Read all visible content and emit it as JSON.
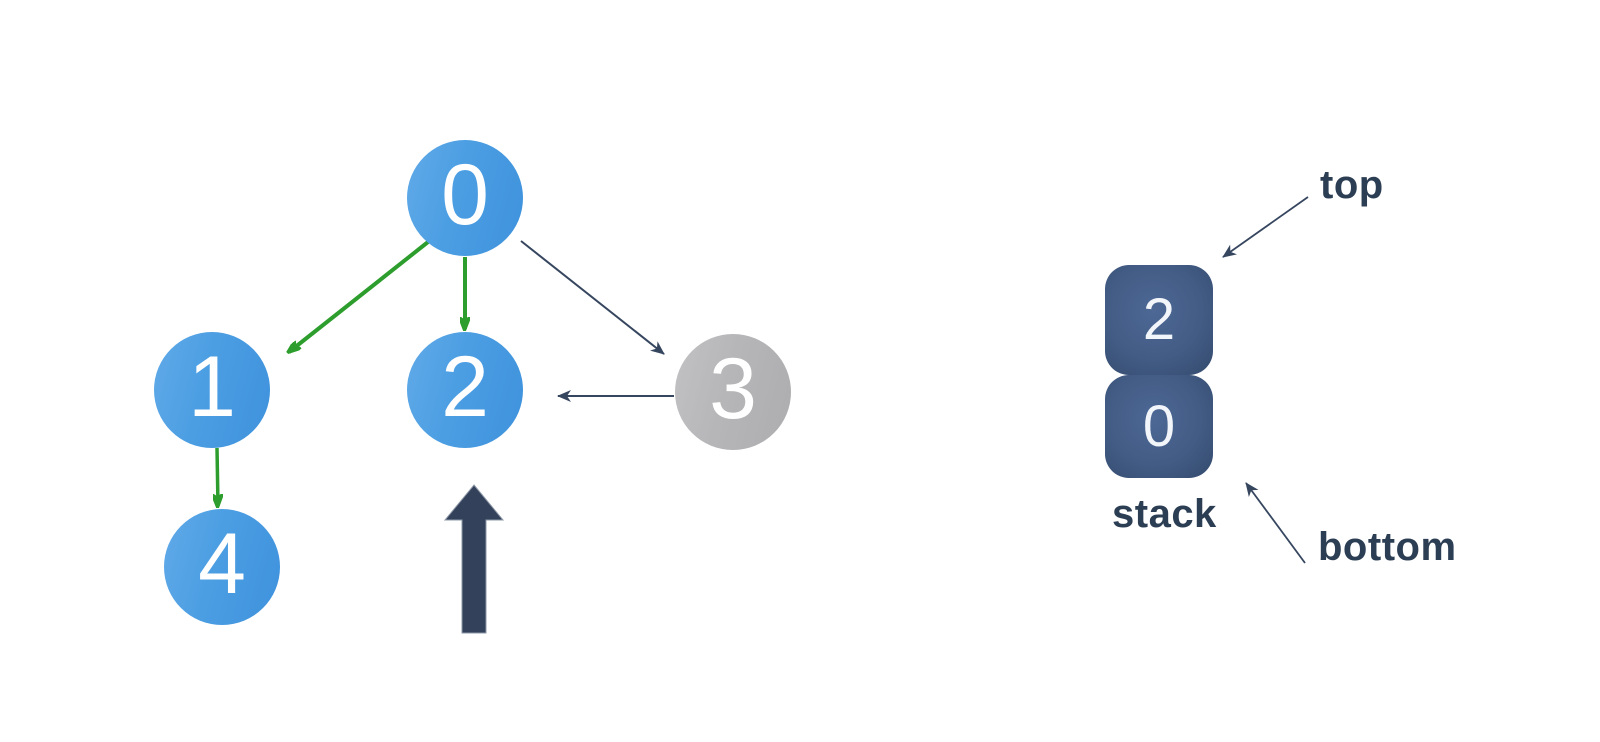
{
  "diagram": {
    "type": "dfs-graph-traversal",
    "graph": {
      "nodes": [
        {
          "id": "0",
          "label": "0",
          "state": "visited"
        },
        {
          "id": "1",
          "label": "1",
          "state": "visited"
        },
        {
          "id": "2",
          "label": "2",
          "state": "visited"
        },
        {
          "id": "3",
          "label": "3",
          "state": "unvisited"
        },
        {
          "id": "4",
          "label": "4",
          "state": "visited"
        }
      ],
      "edges": [
        {
          "from": "0",
          "to": "1",
          "style": "tree-edge-green"
        },
        {
          "from": "0",
          "to": "2",
          "style": "tree-edge-green"
        },
        {
          "from": "0",
          "to": "3",
          "style": "cross-edge-navy"
        },
        {
          "from": "3",
          "to": "2",
          "style": "cross-edge-navy"
        },
        {
          "from": "1",
          "to": "4",
          "style": "tree-edge-green"
        }
      ],
      "current_node_pointer_target": "2"
    },
    "stack": {
      "label": "stack",
      "top_label": "top",
      "bottom_label": "bottom",
      "items_top_to_bottom": [
        "2",
        "0"
      ]
    },
    "colors": {
      "node_visited_blue": "#3E92DC",
      "node_unvisited_gray": "#B6B6B8",
      "tree_edge_green": "#2D9E2D",
      "cross_edge_navy": "#36465F",
      "pointer_arrow_navy": "#33415A",
      "stack_fill_navy": "#425C85",
      "label_text_navy": "#2C3E54"
    }
  }
}
